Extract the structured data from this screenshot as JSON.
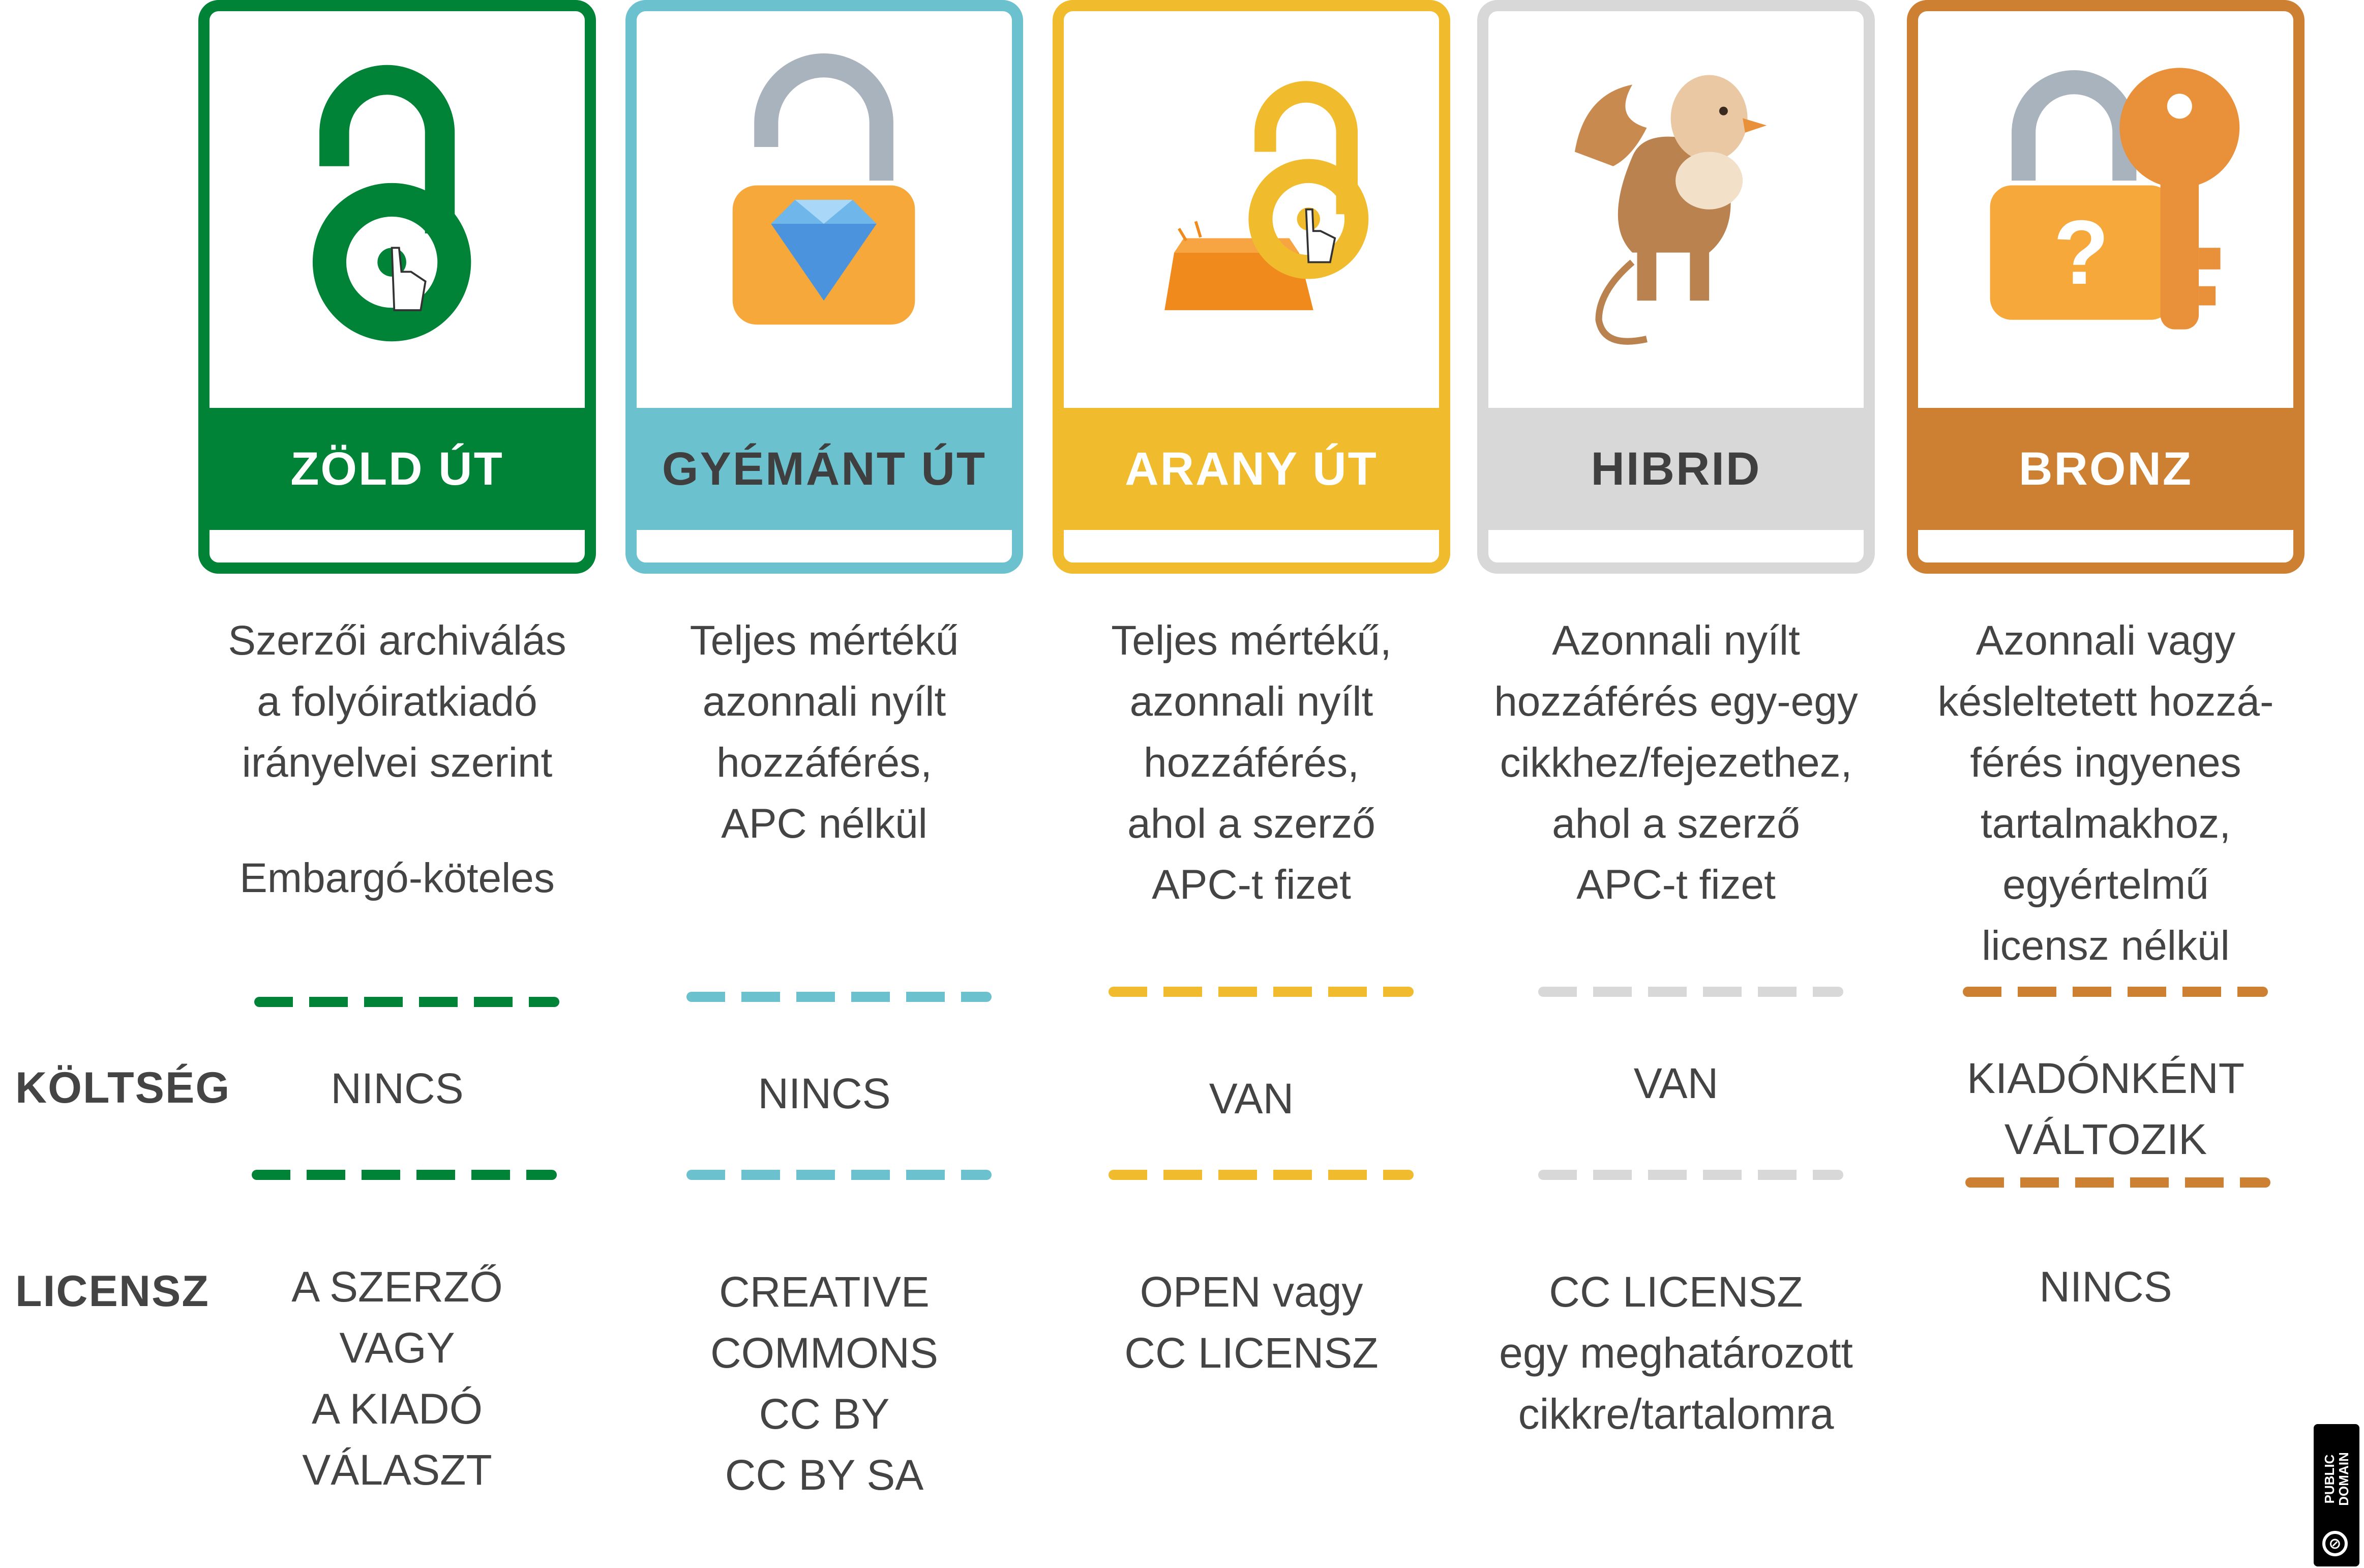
{
  "colors": {
    "green": "#008237",
    "teal": "#6bc1cd",
    "gold": "#f0bc2d",
    "grey": "#d8d8d8",
    "bronze": "#cd7f32",
    "text": "#444444"
  },
  "row_labels": {
    "cost": "KÖLTSÉG",
    "license": "LICENSZ"
  },
  "columns": [
    {
      "title": "ZÖLD ÚT",
      "icon": "open-access-lock-icon",
      "description": [
        "Szerzői archiválás",
        "a folyóiratkiadó",
        "irányelvei szerint"
      ],
      "extra": "Embargó-köteles",
      "cost": [
        "NINCS"
      ],
      "license": [
        "A SZERZŐ",
        "VAGY",
        "A KIADÓ",
        "VÁLASZT"
      ]
    },
    {
      "title": "GYÉMÁNT ÚT",
      "icon": "diamond-lock-icon",
      "description": [
        "Teljes mértékű",
        "azonnali nyílt",
        "hozzáférés,",
        "APC nélkül"
      ],
      "extra": "",
      "cost": [
        "NINCS"
      ],
      "license": [
        "CREATIVE",
        "COMMONS",
        "CC BY",
        "CC BY SA"
      ]
    },
    {
      "title": "ARANY ÚT",
      "icon": "gold-bar-open-access-icon",
      "description": [
        "Teljes mértékű,",
        "azonnali nyílt",
        "hozzáférés,",
        "ahol a szerző",
        "APC-t fizet"
      ],
      "extra": "",
      "cost": [
        "VAN"
      ],
      "license": [
        "OPEN vagy",
        "CC LICENSZ"
      ]
    },
    {
      "title": "HIBRID",
      "icon": "griffin-icon",
      "description": [
        "Azonnali nyílt",
        "hozzáférés egy-egy",
        "cikkhez/fejezethez,",
        "ahol a szerző",
        "APC-t fizet"
      ],
      "extra": "",
      "cost": [
        "VAN"
      ],
      "license": [
        "CC LICENSZ",
        "egy meghatározott",
        "cikkre/tartalomra"
      ]
    },
    {
      "title": "BRONZ",
      "icon": "padlock-key-question-icon",
      "description": [
        "Azonnali vagy",
        "késleltetett hozzá-",
        "férés ingyenes",
        "tartalmakhoz,",
        "egyértelmű",
        "licensz nélkül"
      ],
      "extra": "",
      "cost": [
        "KIADÓNKÉNT",
        "VÁLTOZIK"
      ],
      "license": [
        "NINCS"
      ]
    }
  ],
  "badge": {
    "label_top": "PUBLIC",
    "label_bottom": "DOMAIN",
    "icon": "public-domain-icon"
  }
}
